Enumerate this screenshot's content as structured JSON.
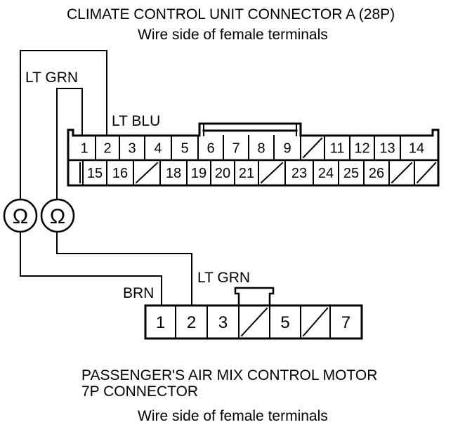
{
  "top_connector": {
    "title": "CLIMATE CONTROL UNIT CONNECTOR A (28P)",
    "subtitle": "Wire side of female terminals",
    "row1": [
      "1",
      "2",
      "3",
      "4",
      "5",
      "6",
      "7",
      "8",
      "9",
      "",
      "11",
      "12",
      "13",
      "14"
    ],
    "row2": [
      "",
      "15",
      "16",
      "",
      "18",
      "19",
      "20",
      "21",
      "",
      "23",
      "24",
      "25",
      "26",
      "",
      ""
    ]
  },
  "bottom_connector": {
    "title_line1": "PASSENGER'S AIR MIX CONTROL MOTOR",
    "title_line2": "7P CONNECTOR",
    "subtitle": "Wire side of female terminals",
    "terminals": [
      "1",
      "2",
      "3",
      "",
      "5",
      "",
      "7"
    ]
  },
  "wires": {
    "lt_grn_top": "LT GRN",
    "lt_blu": "LT BLU",
    "lt_grn_bottom": "LT GRN",
    "brn": "BRN"
  },
  "meters": {
    "ohm_symbol": "Ω"
  }
}
